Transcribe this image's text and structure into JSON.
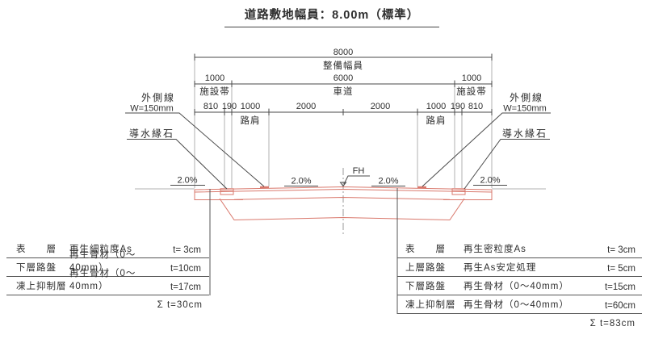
{
  "title": "道路敷地幅員：8.00m（標準）",
  "dimensions": {
    "total_width": "8000",
    "total_label": "整備幅員",
    "seg2": [
      {
        "value": "1000",
        "label": "施設帯"
      },
      {
        "value": "6000",
        "label": "車道"
      },
      {
        "value": "1000",
        "label": "施設帯"
      }
    ],
    "seg3": [
      "810",
      "190",
      "1000",
      "2000",
      "2000",
      "1000",
      "190",
      "810"
    ],
    "shoulder_left": "路肩",
    "shoulder_right": "路肩"
  },
  "callouts": {
    "outer_line_left_1": "外側線",
    "outer_line_left_2": "W=150mm",
    "curb_left": "導水縁石",
    "outer_line_right_1": "外側線",
    "outer_line_right_2": "W=150mm",
    "curb_right": "導水縁石",
    "fh": "FH",
    "slope_1": "2.0%",
    "slope_2": "2.0%",
    "slope_3": "2.0%",
    "slope_4": "2.0%"
  },
  "left_table": {
    "rows": [
      {
        "layer": "表　　層",
        "material": "再生細粒度As",
        "thickness": "t= 3cm"
      },
      {
        "layer": "下層路盤",
        "material": "再生骨材（0～40mm）",
        "thickness": "t=10cm"
      },
      {
        "layer": "凍上抑制層",
        "material": "再生骨材（0～40mm）",
        "thickness": "t=17cm"
      }
    ],
    "total": "Σ t=30cm"
  },
  "right_table": {
    "rows": [
      {
        "layer": "表　　層",
        "material": "再生密粒度As",
        "thickness": "t= 3cm"
      },
      {
        "layer": "上層路盤",
        "material": "再生As安定処理",
        "thickness": "t= 5cm"
      },
      {
        "layer": "下層路盤",
        "material": "再生骨材（0～40mm）",
        "thickness": "t=15cm"
      },
      {
        "layer": "凍上抑制層",
        "material": "再生骨材（0～40mm）",
        "thickness": "t=60cm"
      }
    ],
    "total": "Σ t=83cm"
  },
  "colors": {
    "section_red": "#d9786c",
    "line_dark": "#4a4a4a",
    "extension_gray": "#b0b0b0"
  }
}
